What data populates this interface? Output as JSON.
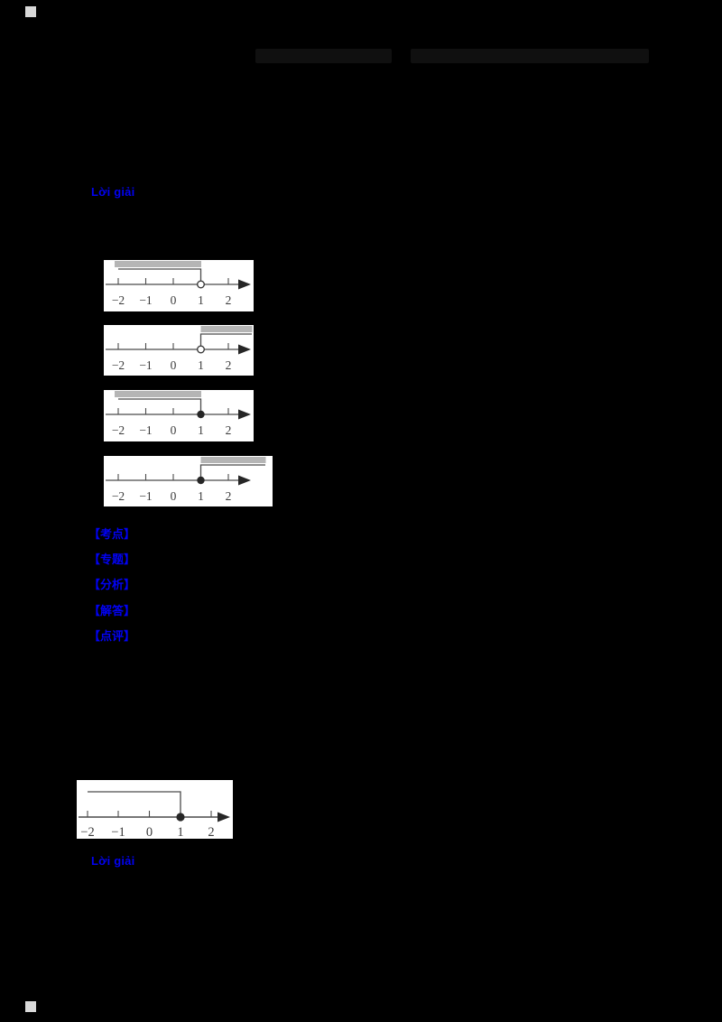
{
  "page": {
    "background": "#000000",
    "corner_mark_color": "#d9d9d9",
    "link_color": "#0202f2",
    "header": {
      "illegible_text_runs": 2,
      "text_color": "#101010"
    }
  },
  "links": {
    "solution_label_top": "Lời giải",
    "solution_label_bottom": "Lời giải"
  },
  "solution_tags": [
    "【考点】",
    "【专题】",
    "【分析】",
    "【解答】",
    "【点评】"
  ],
  "number_line": {
    "ticks": [
      "−2",
      "−1",
      "0",
      "1",
      "2"
    ],
    "panel_color": "#ffffff",
    "line_color": "#4a4a4a",
    "label_color": "#3a3a3a",
    "highlight_color": "#b5b5b5",
    "figures": [
      {
        "name": "option-figure-1",
        "point": 1,
        "endpoint": "open",
        "ray": "left",
        "represents": "x < 1"
      },
      {
        "name": "option-figure-2",
        "point": 1,
        "endpoint": "open",
        "ray": "right",
        "represents": "x > 1"
      },
      {
        "name": "option-figure-3",
        "point": 1,
        "endpoint": "closed",
        "ray": "left",
        "represents": "x ≤ 1"
      },
      {
        "name": "option-figure-4",
        "point": 1,
        "endpoint": "closed",
        "ray": "right",
        "represents": "x ≥ 1"
      },
      {
        "name": "answer-figure",
        "point": 1,
        "endpoint": "closed",
        "ray": "left",
        "represents": "x ≤ 1"
      }
    ]
  }
}
